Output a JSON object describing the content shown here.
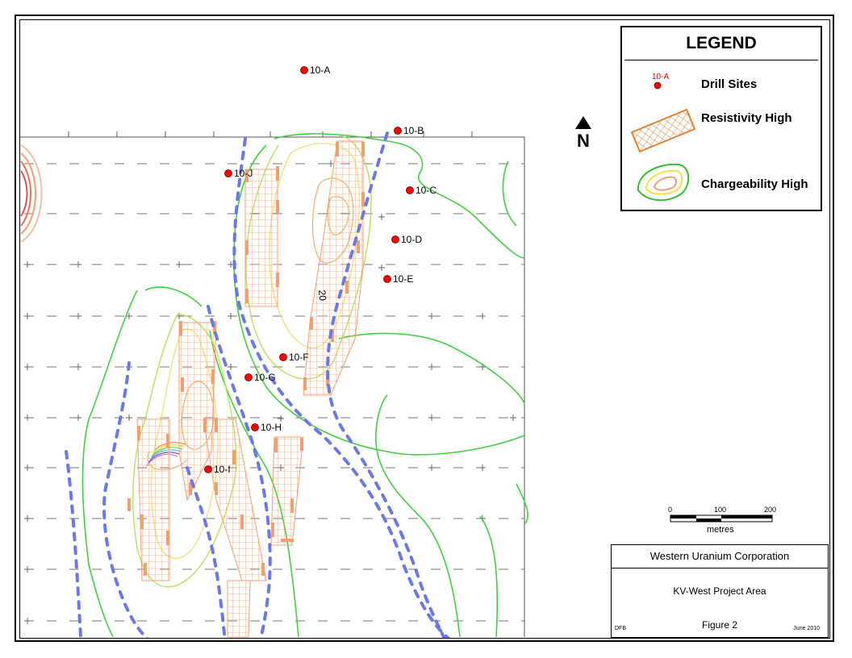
{
  "legend": {
    "title": "LEGEND",
    "drill_sites_label": "Drill Sites",
    "drill_sites_sample": "10-A",
    "resistivity_label": "Resistivity High",
    "chargeability_label": "Chargeability High"
  },
  "north_label": "N",
  "scale": {
    "ticks": [
      "0",
      "100",
      "200"
    ],
    "unit": "metres"
  },
  "titleblock": {
    "company": "Western Uranium Corporation",
    "project": "KV-West Project Area",
    "figure": "Figure 2",
    "author": "DFB",
    "date": "June 2010"
  },
  "contour_label": "20",
  "drill_sites": [
    "10-A",
    "10-B",
    "10-C",
    "10-D",
    "10-E",
    "10-F",
    "10-G",
    "10-H",
    "10-I",
    "10-J"
  ],
  "colors": {
    "drill_site": "#ff0000",
    "resistivity": "#f0a070",
    "chargeability_outer": "#40d040",
    "chargeability_mid": "#a8e060",
    "chargeability_inner": "#f0e060",
    "fault_line": "#6070e0"
  }
}
